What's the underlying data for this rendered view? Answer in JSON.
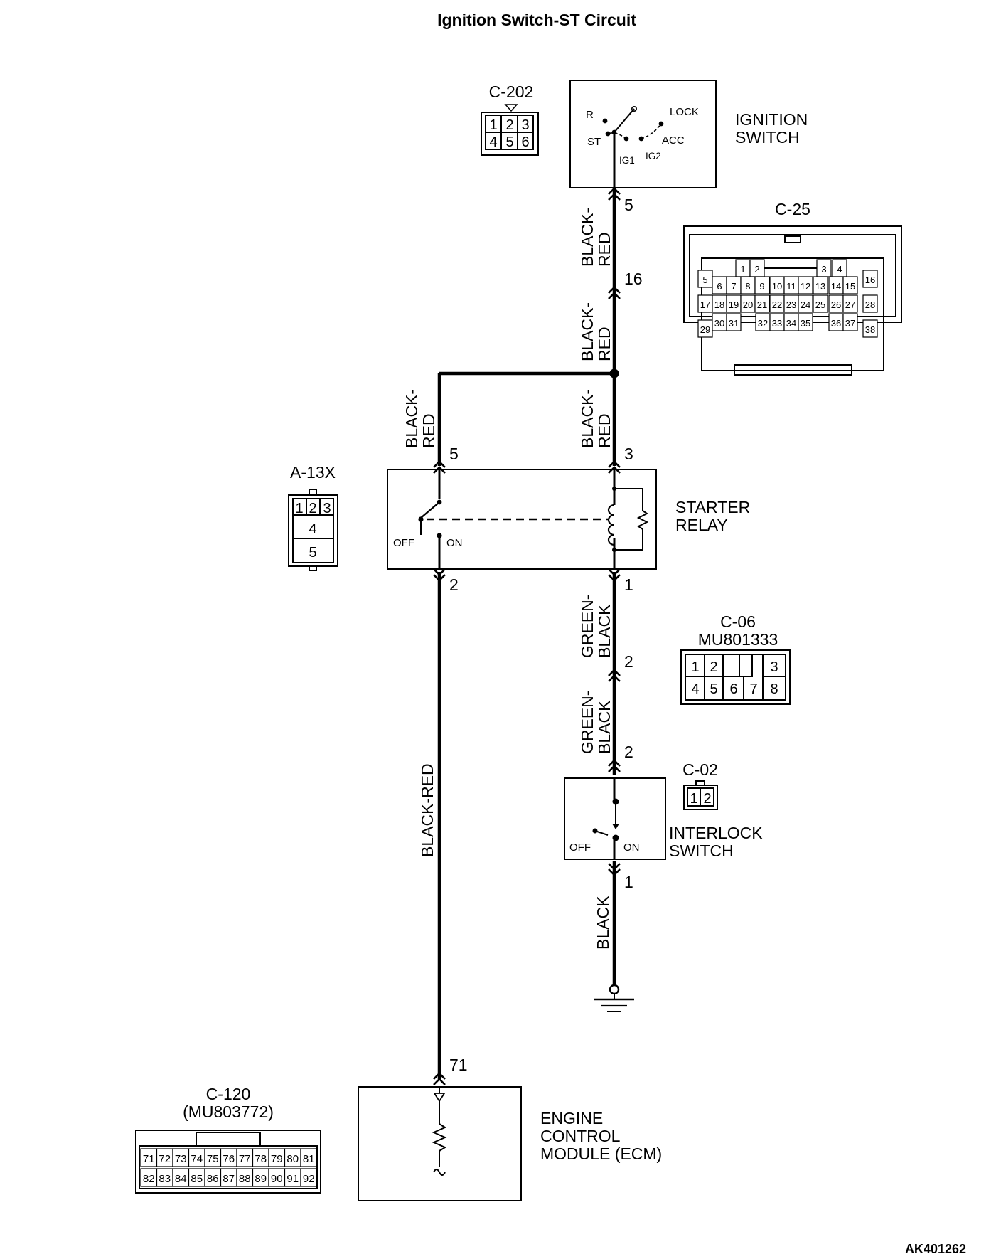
{
  "title": "Ignition Switch-ST Circuit",
  "figure_id": "AK401262",
  "components": {
    "ignition_switch": {
      "name_line1": "IGNITION",
      "name_line2": "SWITCH",
      "positions": [
        "R",
        "LOCK",
        "ST",
        "ACC",
        "IG1",
        "IG2"
      ]
    },
    "starter_relay": {
      "name_line1": "STARTER",
      "name_line2": "RELAY",
      "off": "OFF",
      "on": "ON"
    },
    "interlock_switch": {
      "name_line1": "INTERLOCK",
      "name_line2": "SWITCH",
      "off": "OFF",
      "on": "ON"
    },
    "ecm": {
      "name_line1": "ENGINE",
      "name_line2": "CONTROL",
      "name_line3": "MODULE (ECM)"
    }
  },
  "connectors": {
    "c202": {
      "label": "C-202",
      "pins": [
        "1",
        "2",
        "3",
        "4",
        "5",
        "6"
      ]
    },
    "c25": {
      "label": "C-25",
      "pins": [
        "1",
        "2",
        "3",
        "4",
        "5",
        "6",
        "7",
        "8",
        "9",
        "10",
        "11",
        "12",
        "13",
        "14",
        "15",
        "16",
        "17",
        "18",
        "19",
        "20",
        "21",
        "22",
        "23",
        "24",
        "25",
        "26",
        "27",
        "28",
        "29",
        "30",
        "31",
        "32",
        "33",
        "34",
        "35",
        "36",
        "37",
        "38"
      ]
    },
    "a13x": {
      "label": "A-13X",
      "pins": [
        "1",
        "2",
        "3",
        "4",
        "5"
      ]
    },
    "c06": {
      "label": "C-06",
      "part": "MU801333",
      "pins": [
        "1",
        "2",
        "3",
        "4",
        "5",
        "6",
        "7",
        "8"
      ]
    },
    "c02": {
      "label": "C-02",
      "pins": [
        "1",
        "2"
      ]
    },
    "c120": {
      "label": "C-120",
      "part": "(MU803772)",
      "row1": [
        "71",
        "72",
        "73",
        "74",
        "75",
        "76",
        "77",
        "78",
        "79",
        "80",
        "81"
      ],
      "row2": [
        "82",
        "83",
        "84",
        "85",
        "86",
        "87",
        "88",
        "89",
        "90",
        "91",
        "92"
      ]
    }
  },
  "wires": {
    "ign_to_c25_line1": "BLACK-",
    "ign_to_c25_line2": "RED",
    "c25_to_splice_line1": "BLACK-",
    "c25_to_splice_line2": "RED",
    "splice_to_relay5_line1": "BLACK-",
    "splice_to_relay5_line2": "RED",
    "splice_to_relay3_line1": "BLACK-",
    "splice_to_relay3_line2": "RED",
    "relay1_to_c06_line1": "GREEN-",
    "relay1_to_c06_line2": "BLACK",
    "c06_to_interlock_line1": "GREEN-",
    "c06_to_interlock_line2": "BLACK",
    "relay2_to_ecm": "BLACK-RED",
    "interlock_to_ground": "BLACK"
  },
  "pin_numbers": {
    "ign_out": "5",
    "c25_pin": "16",
    "relay_pin5": "5",
    "relay_pin3": "3",
    "relay_pin2": "2",
    "relay_pin1": "1",
    "c06_pin": "2",
    "interlock_in": "2",
    "interlock_out": "1",
    "ecm_pin": "71"
  }
}
